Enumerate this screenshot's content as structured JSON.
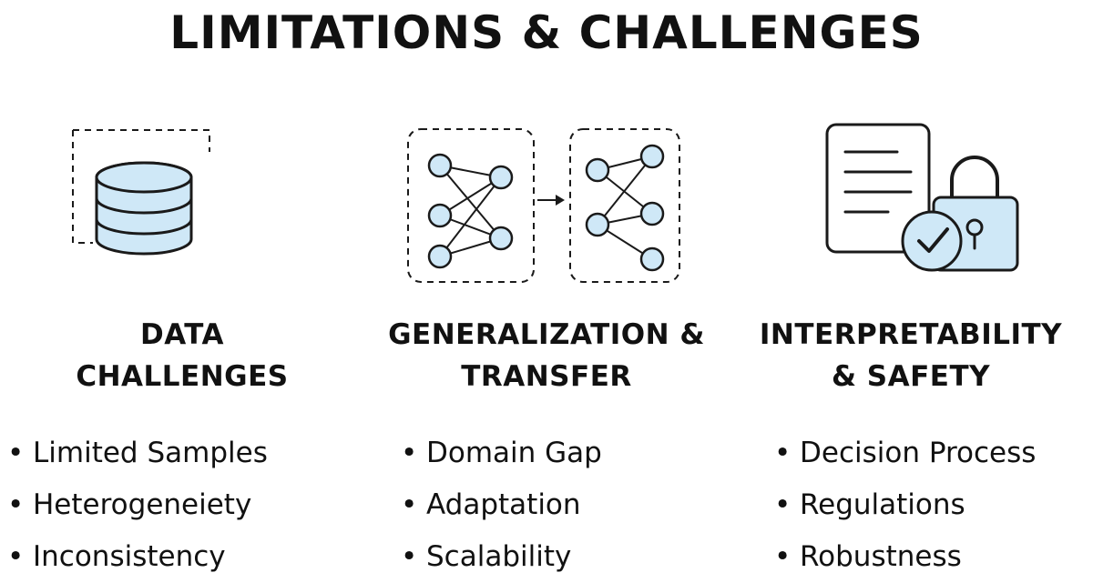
{
  "title": "LIMITATIONS & CHALLENGES",
  "colors": {
    "icon_fill": "#cfe8f7",
    "stroke": "#1a1a1a",
    "text": "#111111",
    "background": "#ffffff"
  },
  "columns": [
    {
      "icon": "database-icon",
      "heading": [
        "DATA",
        "CHALLENGES"
      ],
      "items": [
        "Limited Samples",
        "Heterogeneiety",
        "Inconsistency"
      ]
    },
    {
      "icon": "neural-network-transfer-icon",
      "heading": [
        "GENERALIZATION &",
        "TRANSFER"
      ],
      "items": [
        "Domain Gap",
        "Adaptation",
        "Scalability"
      ]
    },
    {
      "icon": "document-lock-check-icon",
      "heading": [
        "INTERPRETABILITY",
        "& SAFETY"
      ],
      "items": [
        "Decision Process",
        "Regulations",
        "Robustness"
      ]
    }
  ]
}
